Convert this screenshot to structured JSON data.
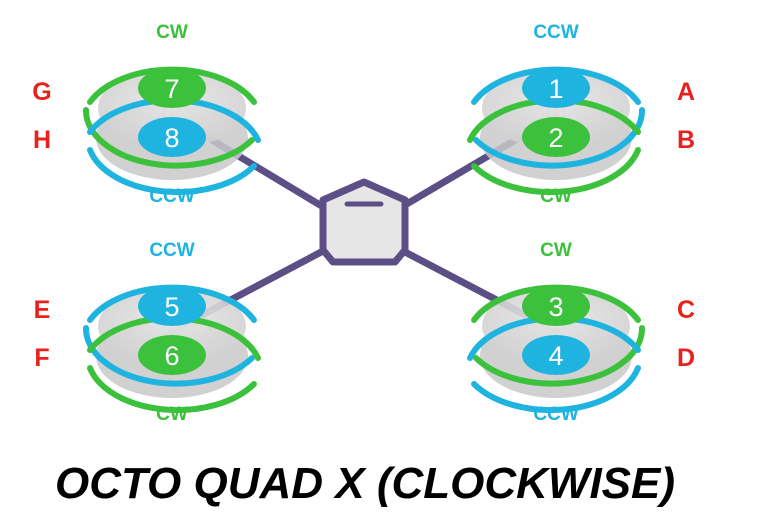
{
  "title": "OCTO QUAD X (CLOCKWISE)",
  "colors": {
    "cw": "#3cc13c",
    "ccw": "#1fb4e0",
    "arm": "#5b4f86",
    "letter": "#e8201e",
    "hub_fill": "#e6e6e6"
  },
  "directions": {
    "cw": "CW",
    "ccw": "CCW"
  },
  "corners": [
    {
      "position": "top-left",
      "top_label": "CW",
      "bottom_label": "CCW",
      "top": {
        "number": "7",
        "letter": "G",
        "rotation": "cw"
      },
      "bottom": {
        "number": "8",
        "letter": "H",
        "rotation": "ccw"
      }
    },
    {
      "position": "top-right",
      "top_label": "CCW",
      "bottom_label": "CW",
      "top": {
        "number": "1",
        "letter": "A",
        "rotation": "ccw"
      },
      "bottom": {
        "number": "2",
        "letter": "B",
        "rotation": "cw"
      }
    },
    {
      "position": "bottom-left",
      "top_label": "CCW",
      "bottom_label": "CW",
      "top": {
        "number": "5",
        "letter": "E",
        "rotation": "ccw"
      },
      "bottom": {
        "number": "6",
        "letter": "F",
        "rotation": "cw"
      }
    },
    {
      "position": "bottom-right",
      "top_label": "CW",
      "bottom_label": "CCW",
      "top": {
        "number": "3",
        "letter": "C",
        "rotation": "cw"
      },
      "bottom": {
        "number": "4",
        "letter": "D",
        "rotation": "ccw"
      }
    }
  ]
}
